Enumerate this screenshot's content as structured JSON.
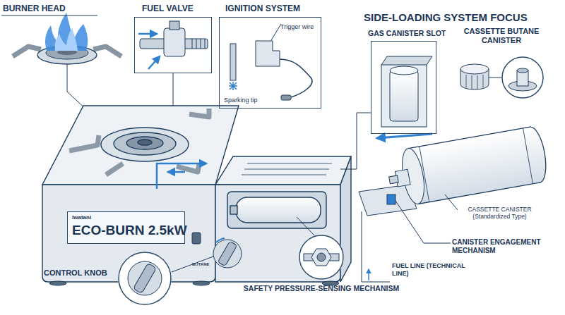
{
  "diagram": {
    "nodes": [
      {
        "text": [
          "FUEL VALVE"
        ]
      },
      {
        "text": [
          "IGNITION SYSTEM",
          "Trigger wire",
          "Sparking tip"
        ]
      },
      {
        "text": [
          "GAS CANISTER SLOT"
        ]
      },
      {
        "text": [
          "CASSETTE BUTANE CANISTER"
        ]
      },
      {
        "text": [
          "Iwatani",
          "ECO-BURN 2.5kW"
        ]
      },
      {
        "text": [
          "CONTROL KNOB"
        ]
      },
      {
        "text": [
          "SAFETY PRESSURE-SENSING MECHANISM"
        ]
      }
    ],
    "labels": [
      "BURNER HEAD",
      "SIDE-LOADING SYSTEM FOCUS",
      "BUTANE",
      "CASSETTE CANISTER (Standardized Type)",
      "CANISTER ENGAGEMENT MECHANISM",
      "FUEL LINE (TECHNICAL LINE)"
    ]
  }
}
